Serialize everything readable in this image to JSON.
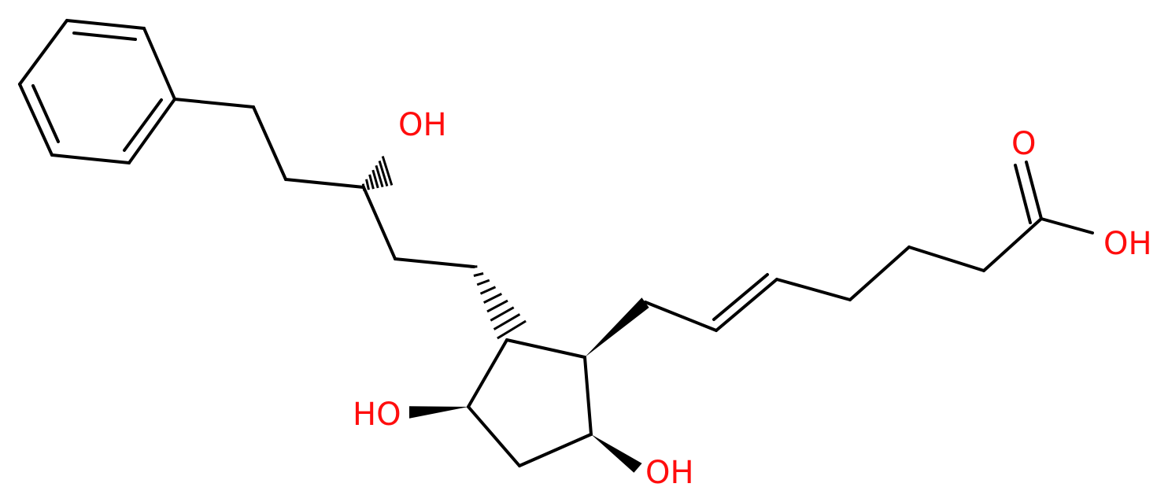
{
  "colors": {
    "bond": "#000000",
    "oxygen": "#ff0d0d",
    "background": "#ffffff"
  },
  "labels": {
    "side_chain_hydroxyl": "OH",
    "ring_hydroxyl_left": "HO",
    "ring_hydroxyl_right": "OH",
    "carbonyl_oxygen": "O",
    "acid_hydroxyl": "OH"
  }
}
